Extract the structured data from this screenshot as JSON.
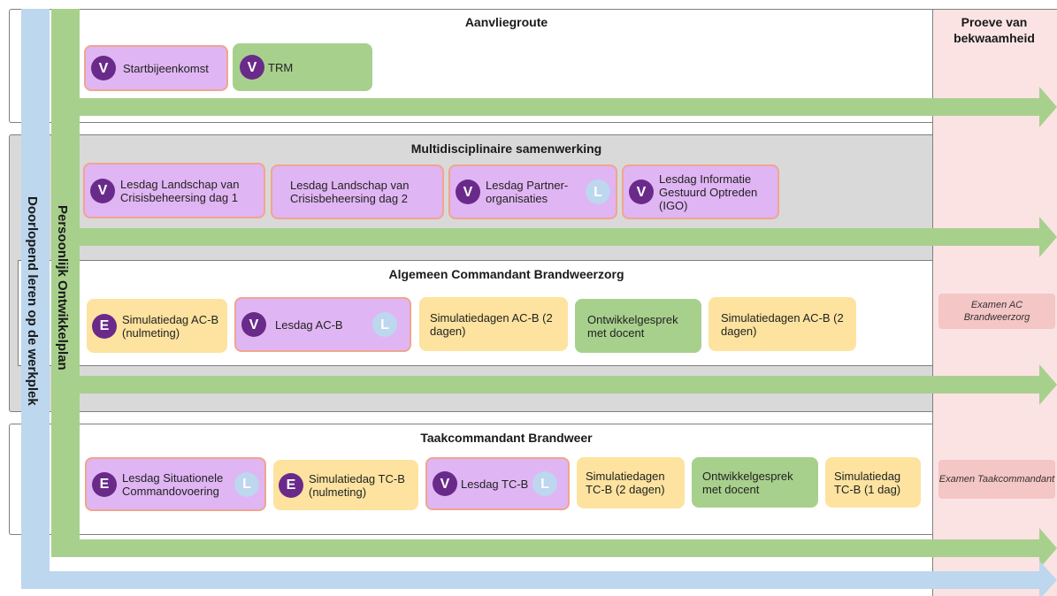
{
  "proeve": {
    "title": "Proeve van bekwaamheid"
  },
  "vertical": {
    "outer": "Doorlopend leren op de werkplek",
    "inner": "Persoonlijk Ontwikkelplan"
  },
  "sections": {
    "aanvlieg": {
      "title": "Aanvliegroute",
      "items": [
        {
          "badge": "V",
          "label": "Startbijeenkomst"
        },
        {
          "badge": "V",
          "label": "TRM"
        }
      ]
    },
    "multi": {
      "title": "Multidisciplinaire samenwerking",
      "items": [
        {
          "badge": "V",
          "label": "Lesdag Landschap van Crisisbeheersing dag 1"
        },
        {
          "label": "Lesdag Landschap van Crisisbeheersing dag 2"
        },
        {
          "badge": "V",
          "label": "Lesdag Partner-organisaties",
          "badge2": "L"
        },
        {
          "badge": "V",
          "label": "Lesdag Informatie Gestuurd Optreden (IGO)"
        }
      ]
    },
    "acb": {
      "title": "Algemeen Commandant Brandweerzorg",
      "items": [
        {
          "badge": "E",
          "label": "Simulatiedag AC-B (nulmeting)"
        },
        {
          "badge": "V",
          "label": "Lesdag AC-B",
          "badge2": "L"
        },
        {
          "label": "Simulatiedagen AC-B (2 dagen)"
        },
        {
          "label": "Ontwikkelgesprek met docent"
        },
        {
          "label": "Simulatiedagen AC-B (2 dagen)"
        }
      ],
      "exam": "Examen AC Brandweerzorg"
    },
    "tcb": {
      "title": "Taakcommandant Brandweer",
      "items": [
        {
          "badge": "E",
          "label": "Lesdag Situationele Commandovoering",
          "badge2": "L"
        },
        {
          "badge": "E",
          "label": "Simulatiedag TC-B (nulmeting)"
        },
        {
          "badge": "V",
          "label": "Lesdag TC-B",
          "badge2": "L"
        },
        {
          "label": "Simulatiedagen TC-B (2 dagen)"
        },
        {
          "label": "Ontwikkelgesprek met docent"
        },
        {
          "label": "Simulatiedag TC-B (1 dag)"
        }
      ],
      "exam": "Examen Taakcommandant"
    }
  },
  "colors": {
    "arrow_green": "#a8d08d",
    "arrow_blue": "#bcd7ee",
    "purple_box": "#e0b5f3",
    "yellow_box": "#fde39f",
    "green_box": "#a8d08d",
    "badge_dark": "#6a2a8a",
    "badge_light": "#bcd7ee",
    "exam_pink": "#f4c6c5",
    "proeve_column": "#fbe3e4"
  }
}
